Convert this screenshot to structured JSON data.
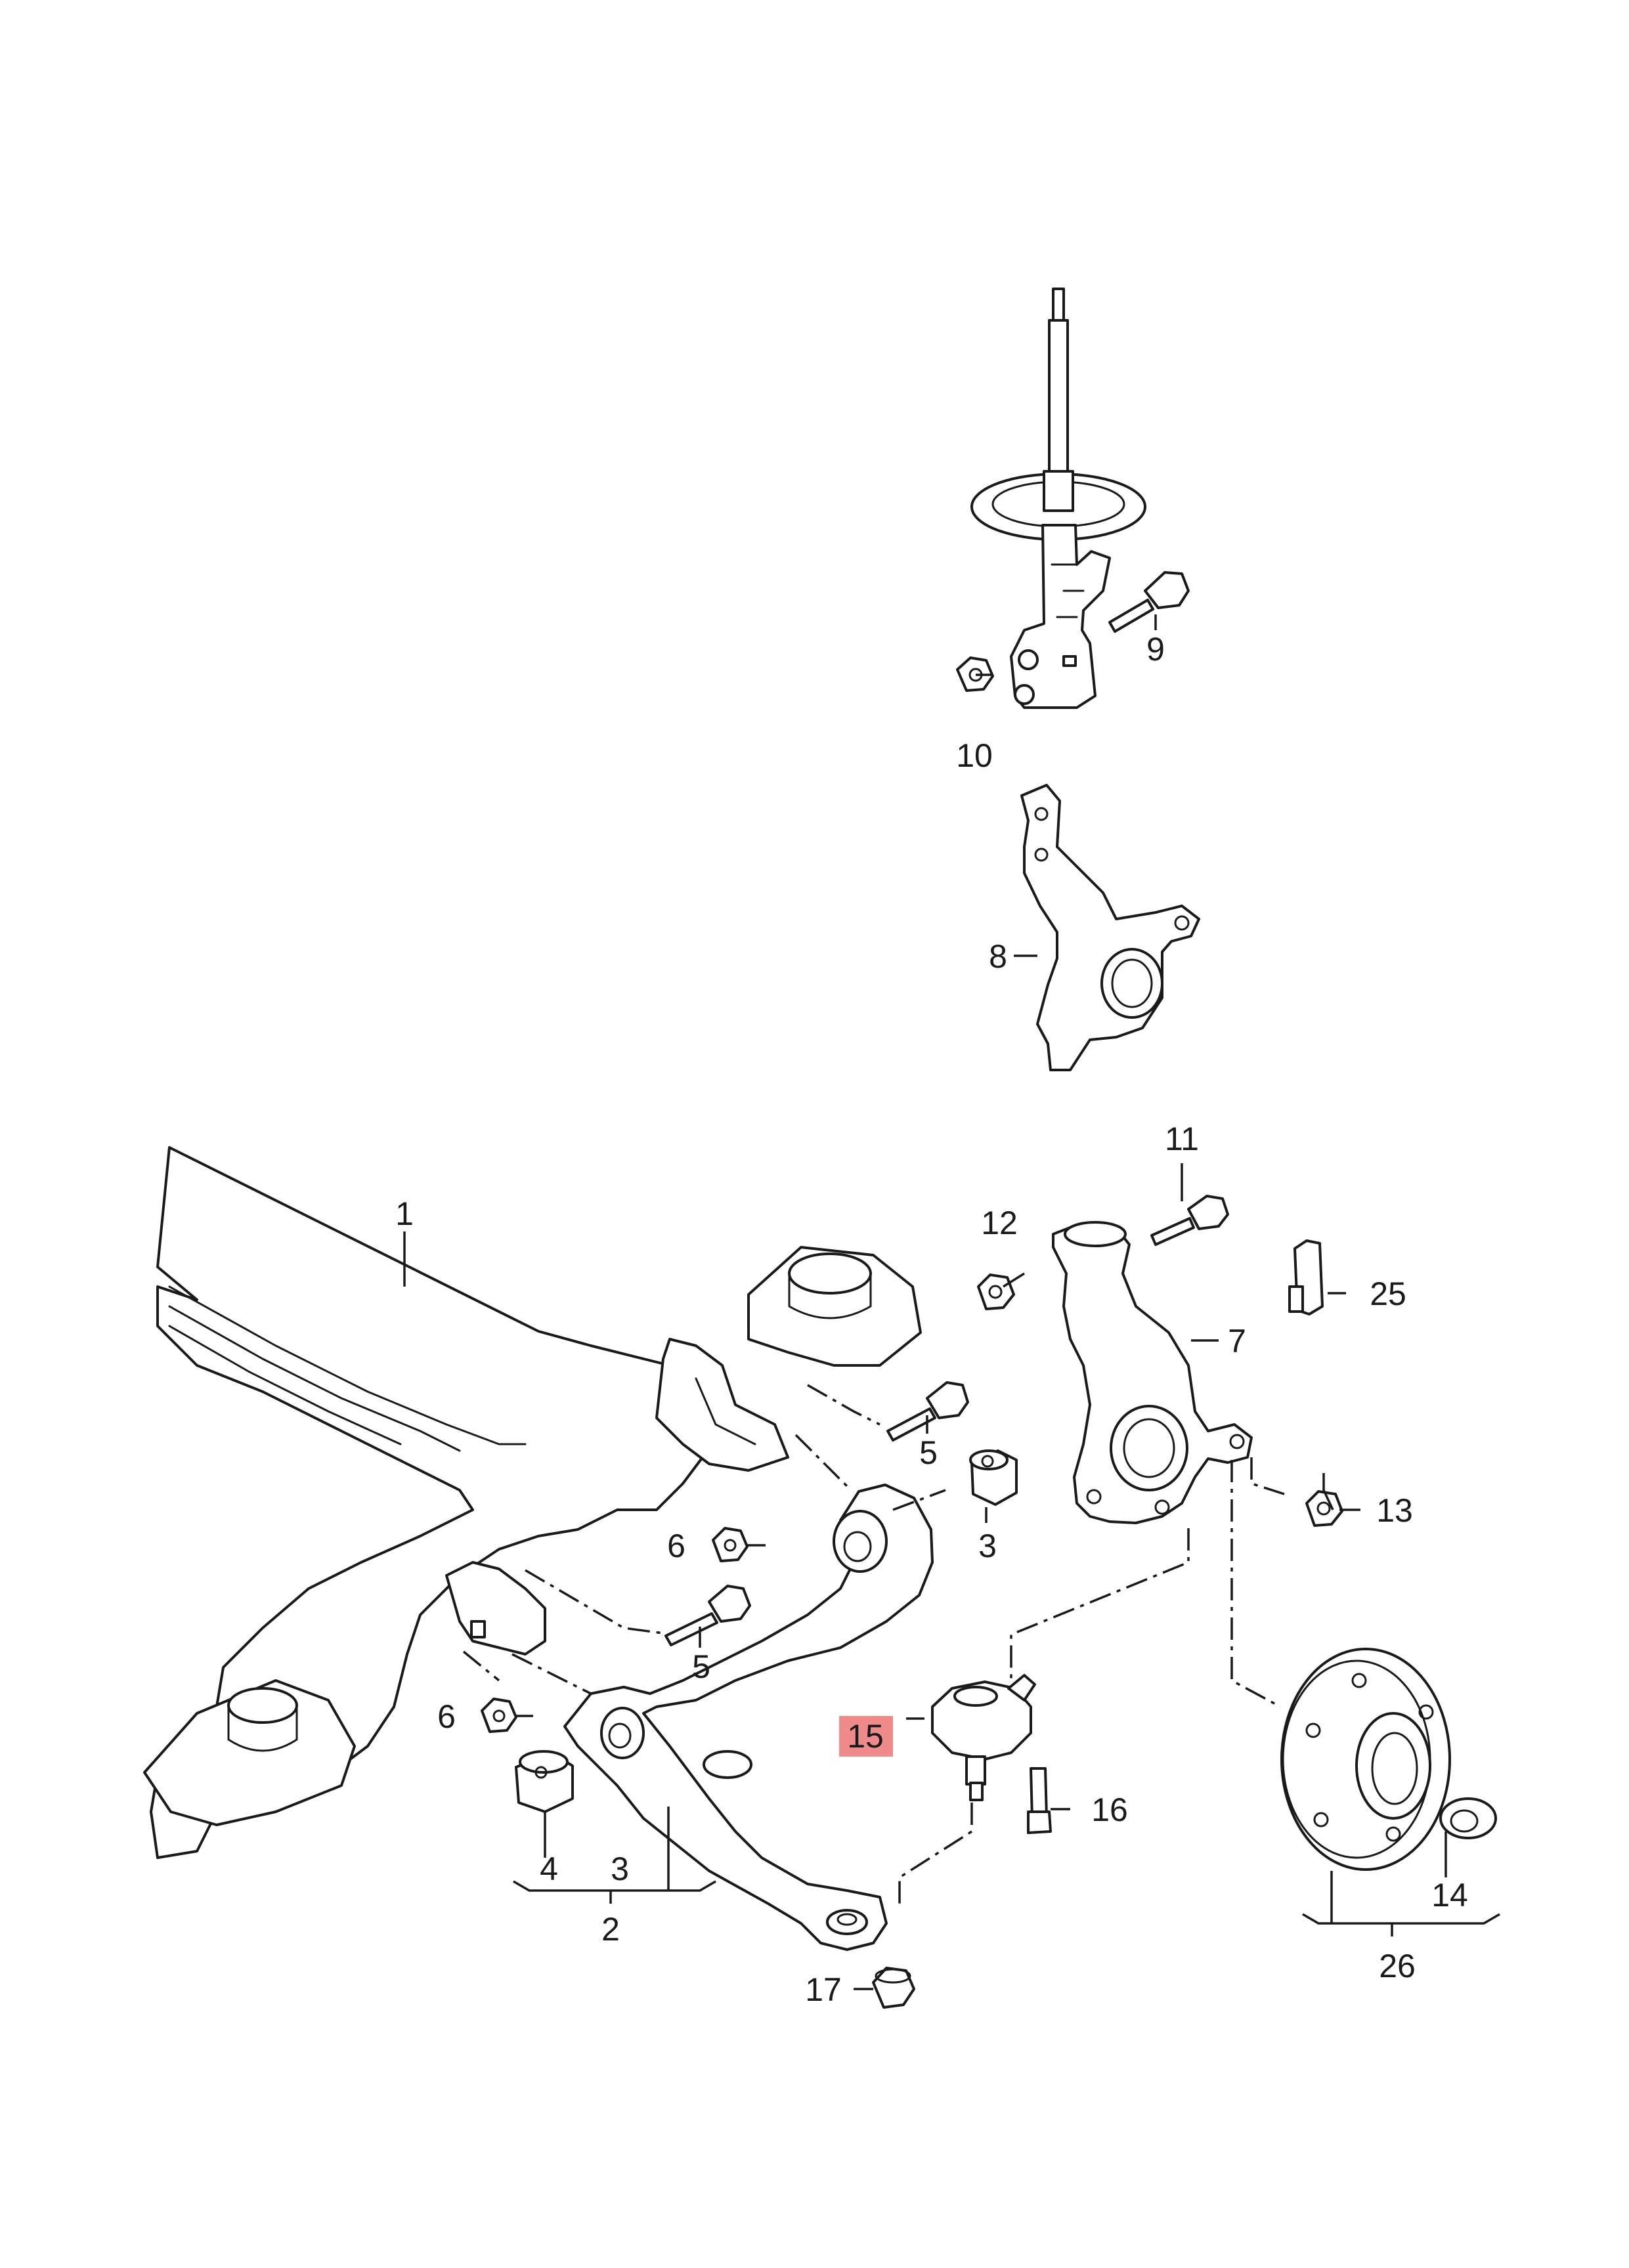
{
  "highlight_color": "#f08b8b",
  "callouts": {
    "c1": "1",
    "c2": "2",
    "c3a": "3",
    "c3b": "3",
    "c4": "4",
    "c5a": "5",
    "c5b": "5",
    "c6a": "6",
    "c6b": "6",
    "c7": "7",
    "c8": "8",
    "c9": "9",
    "c10": "10",
    "c11": "11",
    "c12": "12",
    "c13": "13",
    "c14": "14",
    "c15": "15",
    "c16": "16",
    "c17": "17",
    "c25": "25",
    "c26": "26"
  },
  "highlighted_callout": "15"
}
